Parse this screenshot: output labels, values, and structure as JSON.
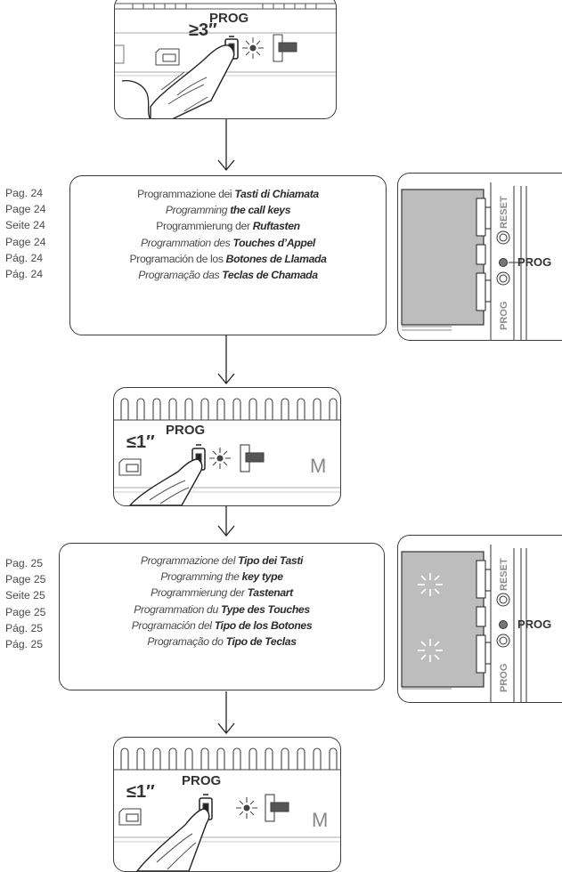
{
  "panel1": {
    "prog": "PROG",
    "time": "3″",
    "prefix": "≥"
  },
  "block1": {
    "pages": [
      "Pag. 24",
      "Page 24",
      "Seite 24",
      "Page 24",
      "Pág. 24",
      "Pág. 24"
    ],
    "lines": [
      {
        "pre": "Programmazione dei ",
        "bold": "Tasti di Chiamata",
        "italic": false
      },
      {
        "pre": "Programming ",
        "bold": "the call keys",
        "italic": true
      },
      {
        "pre": "Programmierung der ",
        "bold": "Ruftasten",
        "italic": false
      },
      {
        "pre": "Programmation des ",
        "bold": "Touches d’Appel",
        "italic": true
      },
      {
        "pre": "Programación de los ",
        "bold": "Botones de Llamada",
        "italic": false
      },
      {
        "pre": "Programação das ",
        "bold": "Teclas de Chamada",
        "italic": true
      }
    ]
  },
  "panel2": {
    "prog": "PROG",
    "time": "1″",
    "prefix": "≤"
  },
  "block2": {
    "pages": [
      "Pag. 25",
      "Page 25",
      "Seite 25",
      "Page 25",
      "Pág. 25",
      "Pág. 25"
    ],
    "lines": [
      {
        "pre": "Programmazione del ",
        "bold": "Tipo dei Tasti",
        "italic": true
      },
      {
        "pre": "Programming the ",
        "bold": "key type",
        "italic": true
      },
      {
        "pre": "Programmierung der ",
        "bold": "Tastenart",
        "italic": true
      },
      {
        "pre": "Programmation du ",
        "bold": "Type des Touches",
        "italic": true
      },
      {
        "pre": "Programación del ",
        "bold": "Tipo de los Botones",
        "italic": true
      },
      {
        "pre": "Programação do ",
        "bold": "Tipo de Teclas",
        "italic": true
      }
    ]
  },
  "panel3": {
    "prog": "PROG",
    "time": "1″",
    "prefix": "≤"
  },
  "side1": {
    "reset": "RESET",
    "prog_v": "PROG",
    "prog": "PROG"
  },
  "side2": {
    "reset": "RESET",
    "prog_v": "PROG",
    "prog": "PROG"
  },
  "partial_letter": "M",
  "colors": {
    "line": "#3c3c3c",
    "gray": "#bdbdbd",
    "darkgray": "#8a8a8a"
  }
}
